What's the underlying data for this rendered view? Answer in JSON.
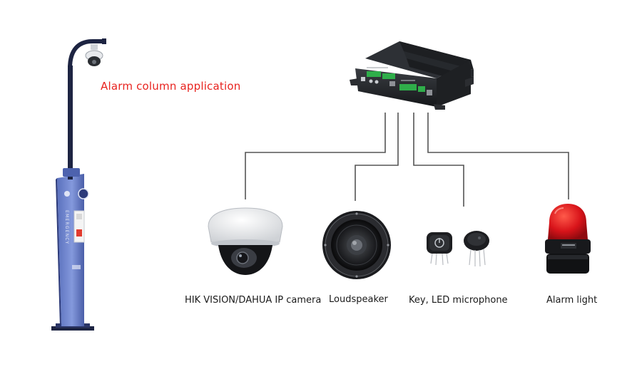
{
  "title": "Alarm column application",
  "pole": {
    "panel_text": "EMERGENCY"
  },
  "devices": [
    {
      "label": "HIK VISION/DAHUA IP camera",
      "icon": "dome-camera-icon"
    },
    {
      "label": "Loudspeaker",
      "icon": "speaker-icon"
    },
    {
      "label": "Key, LED microphone",
      "icon": "key-microphone-icon"
    },
    {
      "label": "Alarm light",
      "icon": "alarm-light-icon"
    }
  ],
  "colors": {
    "title": "#e8231f",
    "pole_blue": "#6f86cf",
    "pole_dark": "#1d2442",
    "connector": "#555555",
    "alarm_red": "#d8141a",
    "terminal_green": "#2fae4a"
  }
}
